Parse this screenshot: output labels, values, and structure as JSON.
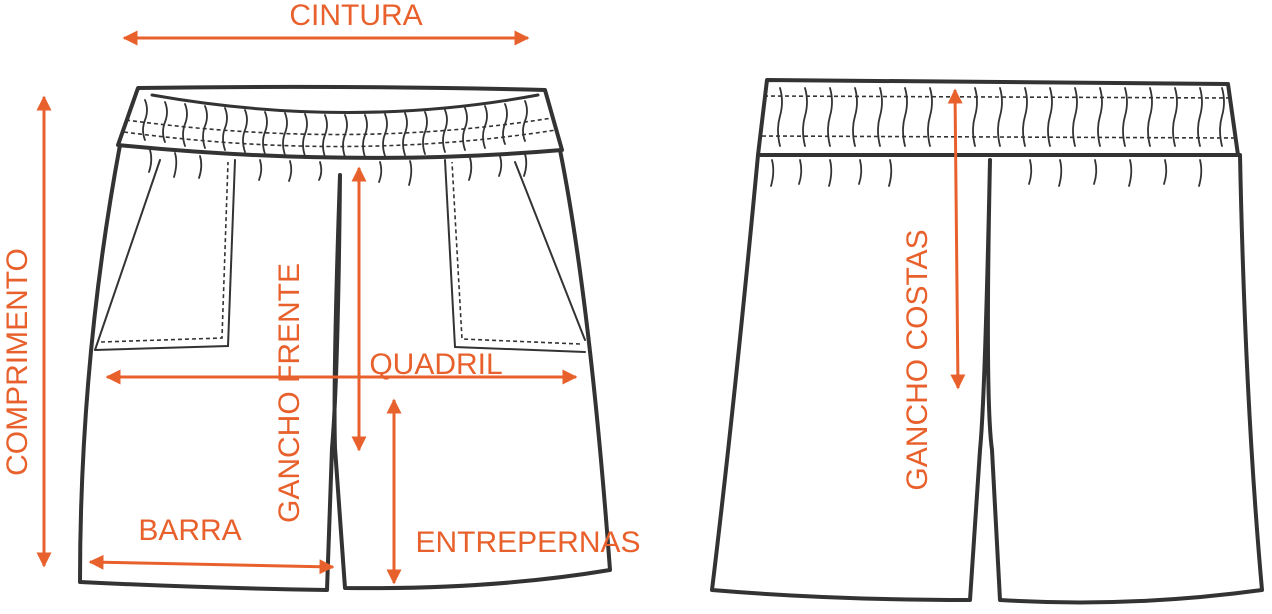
{
  "accent_color": "#e8612c",
  "outline_color": "#333333",
  "views": {
    "front": {
      "labels": {
        "cintura": "CINTURA",
        "comprimento": "COMPRIMENTO",
        "gancho_frente": "GANCHO FRENTE",
        "quadril": "QUADRIL",
        "barra": "BARRA",
        "entrepernas": "ENTREPERNAS"
      }
    },
    "back": {
      "labels": {
        "gancho_costas": "GANCHO COSTAS"
      }
    }
  }
}
